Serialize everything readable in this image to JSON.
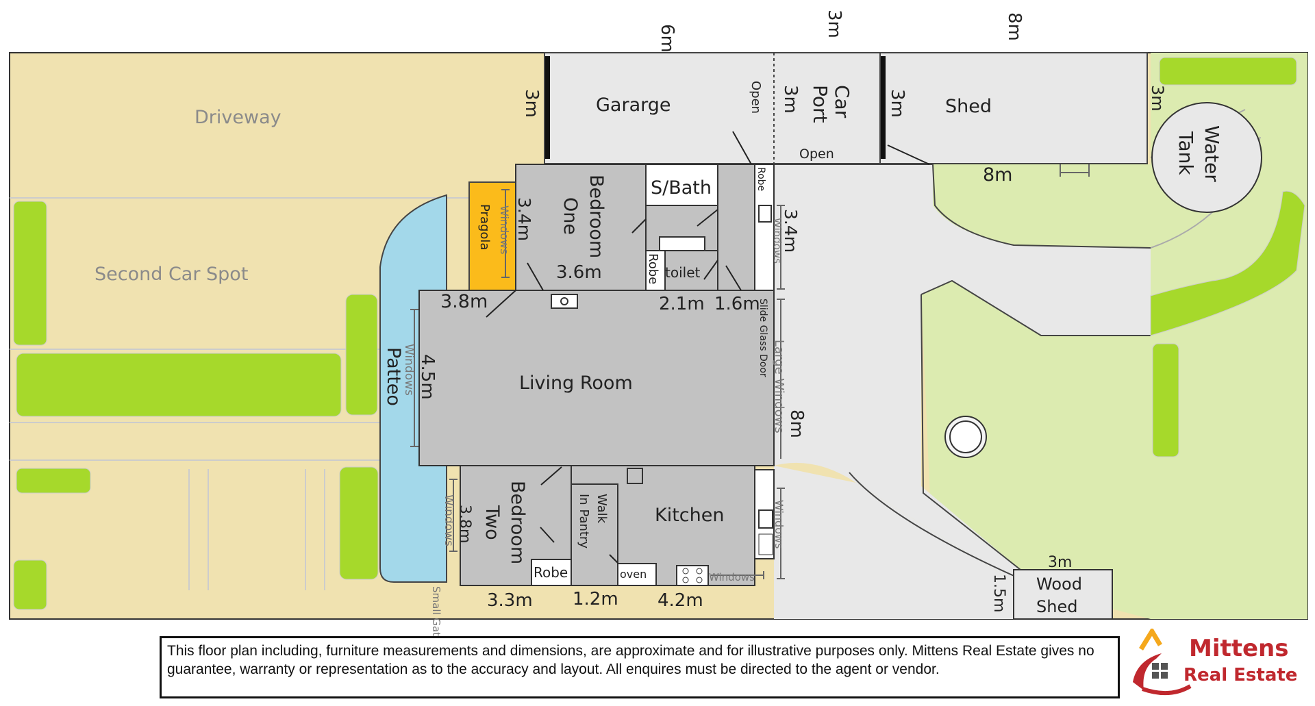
{
  "plan": {
    "top_dims": {
      "garage_width": "6m",
      "carport_width": "3m",
      "shed_width": "8m"
    },
    "garage": {
      "label": "Gararge",
      "depth": "3m",
      "open": "Open"
    },
    "carport": {
      "line1": "Car",
      "line2": "Port",
      "dim": "3m",
      "open": "Open"
    },
    "shed": {
      "label": "Shed",
      "depth": "3m",
      "width_bottom": "8m"
    },
    "water_tank": {
      "line1": "Water",
      "line2": "Tank",
      "dim": "3m"
    },
    "driveway": {
      "label": "Driveway"
    },
    "second_car_spot": {
      "label": "Second Car Spot"
    },
    "pergola": {
      "label": "Pragola",
      "windows": "Windows"
    },
    "patio": {
      "label": "Patteo",
      "windows": "Windows",
      "dim": "4.5m"
    },
    "bedroom_one": {
      "line1": "Bedroom",
      "line2": "One",
      "dim_h": "3.6m",
      "dim_v": "3.4m"
    },
    "sbath": {
      "label": "S/Bath"
    },
    "toilet": {
      "label": "toilet"
    },
    "robe_small": {
      "label": "Robe"
    },
    "robe_right": {
      "label": "Robe",
      "windows": "Windows",
      "dim": "3.4m"
    },
    "living_room": {
      "label": "Living Room",
      "dim_left": "3.8m",
      "dim_2": "2.1m",
      "dim_3": "1.6m",
      "slide_door": "Slide Glass Door",
      "large_windows": "Large Windows",
      "dim_right": "8m"
    },
    "bedroom_two": {
      "line1": "Bedroom",
      "line2": "Two",
      "dim": "3.8m",
      "windows": "Windows",
      "robe": "Robe",
      "small_gate": "Small Gate"
    },
    "pantry": {
      "line1": "Walk",
      "line2": "In Pantry"
    },
    "kitchen": {
      "label": "Kitchen",
      "oven": "oven",
      "windows_bottom": "Windows",
      "windows_right": "Windows"
    },
    "bottom_dims": {
      "d1": "3.3m",
      "d2": "1.2m",
      "d3": "4.2m"
    },
    "wood_shed": {
      "line1": "Wood",
      "line2": "Shed",
      "width": "3m",
      "height": "1.5m"
    }
  },
  "disclaimer": "This floor plan including, furniture measurements and dimensions, are approximate and for illustrative purposes only. Mittens Real Estate gives no guarantee, warranty or representation as to the accuracy and layout. All enquires must be directed to the agent or vendor.",
  "logo": {
    "line1": "Mittens",
    "line2": "Real Estate"
  },
  "colors": {
    "sand": "#f0e2b0",
    "lawn": "#dcebb0",
    "hedge": "#a6d92b",
    "paving": "#e8e8e8",
    "house": "#c2c2c2",
    "patio": "#a3d8ea",
    "pergola": "#fbbb1b",
    "logo_red": "#c0282e",
    "logo_orange": "#f5a81c"
  }
}
